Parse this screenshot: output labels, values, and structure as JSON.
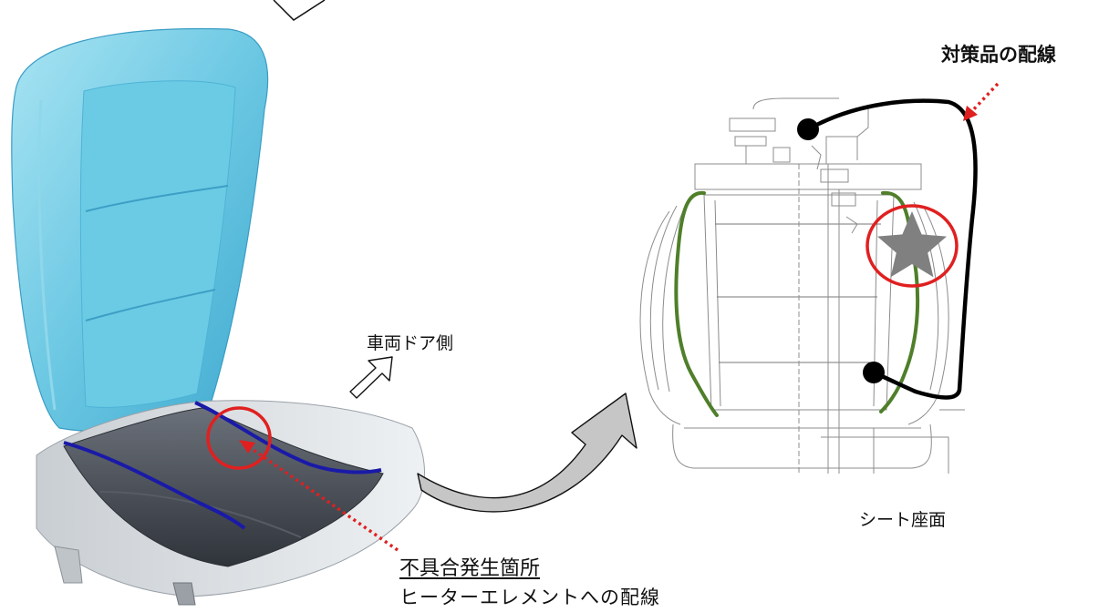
{
  "labels": {
    "countermeasure_wiring": "対策品の配線",
    "vehicle_door_side": "車両ドア側",
    "seat_surface": "シート座面",
    "defect_location": "不具合発生箇所",
    "heater_element_wiring": "ヒーターエレメントへの配線"
  },
  "colors": {
    "seatback": "#6cc8e3",
    "seat_cushion": "#4a4f57",
    "heater_wire": "#1a1aa8",
    "highlight_circle": "#e02020",
    "pointer_arrow": "#e02020",
    "countermeasure_wire": "#000000",
    "original_wire": "#4f7f2a",
    "star": "#808080"
  },
  "icons": [
    "outline-arrow-icon",
    "gray-curved-arrow-icon",
    "star-icon"
  ]
}
